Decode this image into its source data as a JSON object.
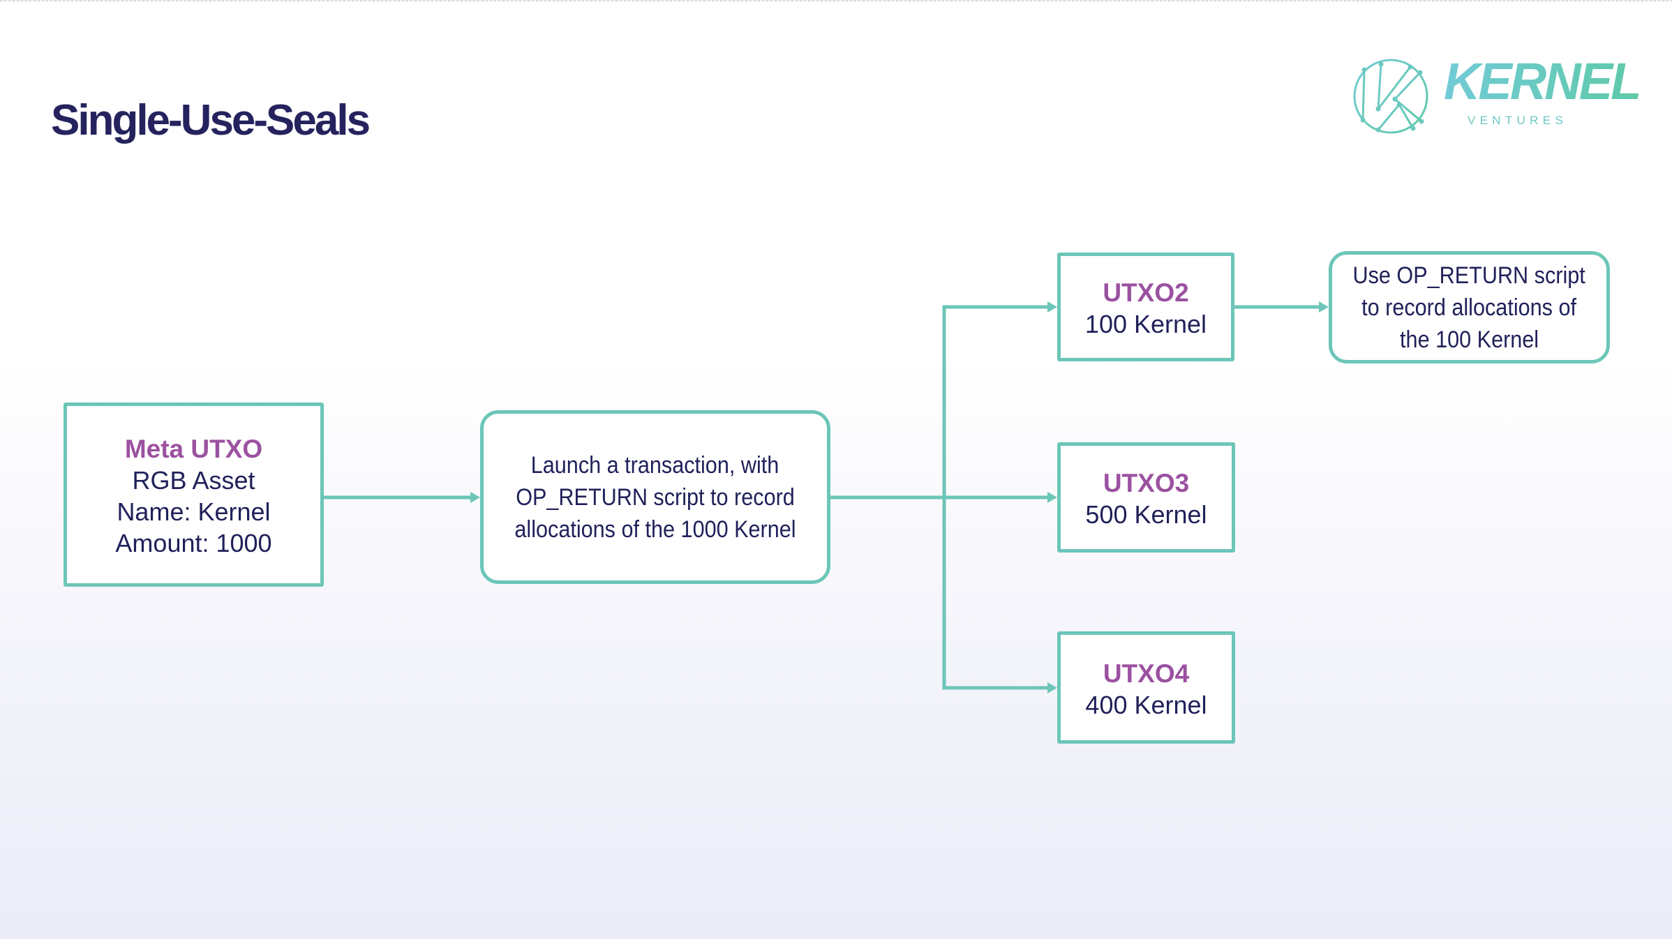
{
  "slide": {
    "title": "Single-Use-Seals"
  },
  "logo": {
    "wordmark": "KERNEL",
    "subword": "VENTURES",
    "icon": "kernel-k-circle-icon",
    "gradient": [
      "#72cbd6",
      "#5ec9a8"
    ]
  },
  "colors": {
    "title": "#25235e",
    "box_border": "#6cc6b8",
    "heading": "#9b51a0",
    "body_text": "#20215a",
    "connector": "#6cc6b8"
  },
  "diagram": {
    "meta_utxo": {
      "heading": "Meta UTXO",
      "lines": [
        "RGB Asset",
        "Name: Kernel",
        "Amount: 1000"
      ]
    },
    "launch_tx": {
      "lines": [
        "Launch a transaction, with",
        "OP_RETURN script to record",
        "allocations of the 1000 Kernel"
      ]
    },
    "utxo2": {
      "heading": "UTXO2",
      "amount": "100 Kernel"
    },
    "utxo3": {
      "heading": "UTXO3",
      "amount": "500 Kernel"
    },
    "utxo4": {
      "heading": "UTXO4",
      "amount": "400 Kernel"
    },
    "use_op_return": {
      "lines": [
        "Use OP_RETURN script",
        "to record allocations of",
        "the 100 Kernel"
      ]
    },
    "edges": [
      {
        "from": "meta_utxo",
        "to": "launch_tx"
      },
      {
        "from": "launch_tx",
        "to": "utxo2"
      },
      {
        "from": "launch_tx",
        "to": "utxo3"
      },
      {
        "from": "launch_tx",
        "to": "utxo4"
      },
      {
        "from": "utxo2",
        "to": "use_op_return"
      }
    ]
  }
}
